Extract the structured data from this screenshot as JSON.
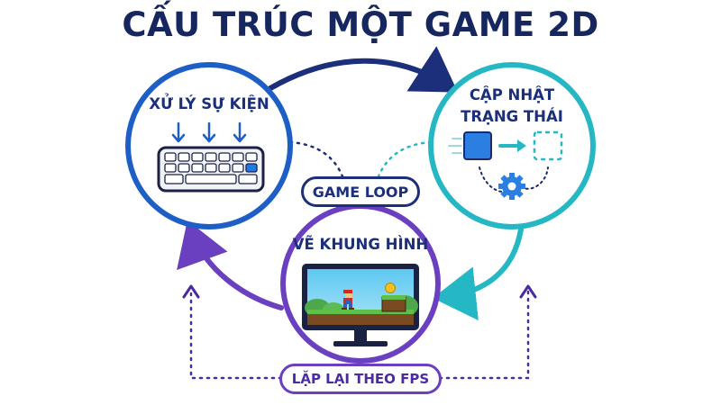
{
  "title": "CẤU TRÚC MỘT GAME 2D",
  "nodes": {
    "events": {
      "label": "XỬ LÝ SỰ KIỆN",
      "color": "#1d5fc4",
      "icon": "keyboard-icon"
    },
    "update": {
      "label_line1": "CẬP NHẬT",
      "label_line2": "TRẠNG THÁI",
      "color": "#25b8c4",
      "icon": "state-change-icon"
    },
    "render": {
      "label": "VẼ KHUNG HÌNH",
      "color": "#6a3fc0",
      "icon": "monitor-icon"
    }
  },
  "center_label": "GAME LOOP",
  "bottom_label": "LẶP LẠI THEO FPS",
  "colors": {
    "title": "#16265e",
    "navy": "#1b2f7a",
    "teal": "#25b8c4",
    "purple": "#6a3fc0"
  }
}
